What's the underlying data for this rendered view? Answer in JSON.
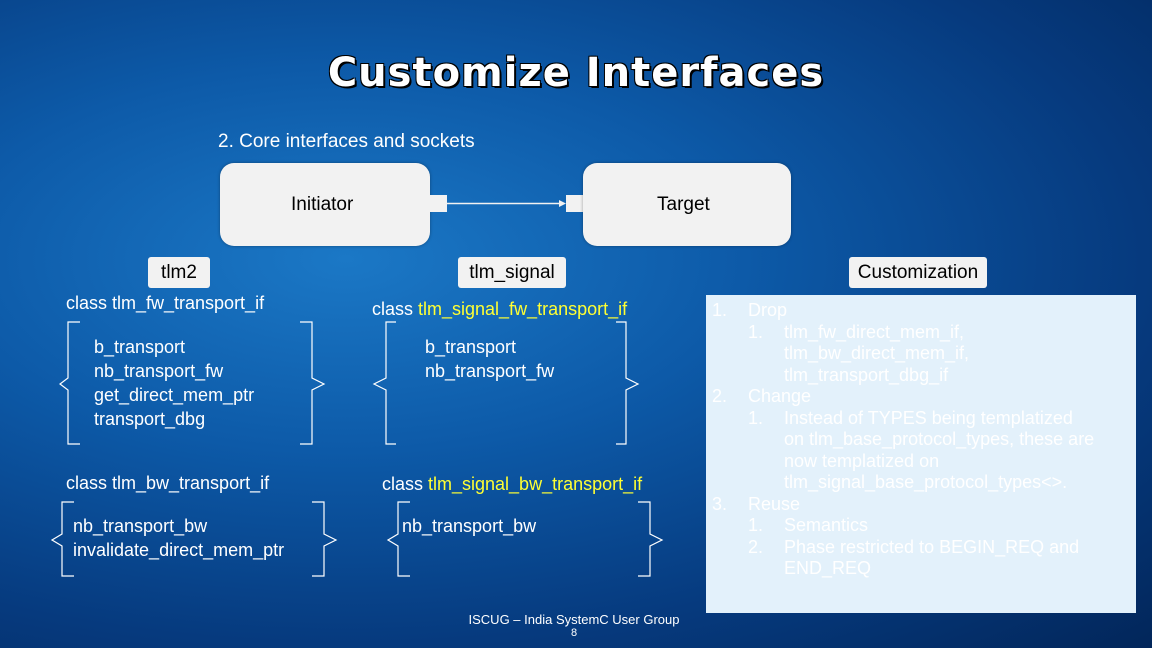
{
  "title": "Customize Interfaces",
  "subtitle": "2. Core interfaces and sockets",
  "diagram": {
    "initiator": "Initiator",
    "target": "Target"
  },
  "headers": {
    "tlm2": "tlm2",
    "tlm_signal": "tlm_signal",
    "customization": "Customization"
  },
  "tlm2": {
    "fw_class": "class tlm_fw_transport_if",
    "fw_methods": [
      "b_transport",
      "nb_transport_fw",
      "get_direct_mem_ptr",
      "transport_dbg"
    ],
    "bw_class": "class tlm_bw_transport_if",
    "bw_methods": [
      "nb_transport_bw",
      "invalidate_direct_mem_ptr"
    ]
  },
  "tlm_signal": {
    "fw_class_prefix": "class ",
    "fw_class_name": "tlm_signal_fw_transport_if",
    "fw_methods": [
      "b_transport",
      "nb_transport_fw"
    ],
    "bw_class_prefix": "class ",
    "bw_class_name": "tlm_signal_bw_transport_if",
    "bw_methods": [
      "nb_transport_bw"
    ]
  },
  "customization": {
    "items": [
      {
        "num": "1.",
        "text": "Drop"
      },
      {
        "num": "1.",
        "text": "tlm_fw_direct_mem_if,"
      },
      {
        "num": "",
        "text": "tlm_bw_direct_mem_if,"
      },
      {
        "num": "",
        "text": "tlm_transport_dbg_if"
      },
      {
        "num": "2.",
        "text": "Change"
      },
      {
        "num": "1.",
        "text": "Instead of TYPES being templatized"
      },
      {
        "num": "",
        "text": "on tlm_base_protocol_types, these are"
      },
      {
        "num": "",
        "text": "now templatized on"
      },
      {
        "num": "",
        "text": "tlm_signal_base_protocol_types<>."
      },
      {
        "num": "3.",
        "text": "Reuse"
      },
      {
        "num": "1.",
        "text": "Semantics"
      },
      {
        "num": "2.",
        "text": "Phase restricted to BEGIN_REQ and"
      },
      {
        "num": "",
        "text": "END_REQ"
      }
    ]
  },
  "footer": {
    "line1": "ISCUG – India SystemC User Group",
    "page": "8"
  },
  "colors": {
    "highlight": "#ffff33",
    "panel_bg": "#e3f1fb",
    "box_bg": "#f2f2f2"
  }
}
